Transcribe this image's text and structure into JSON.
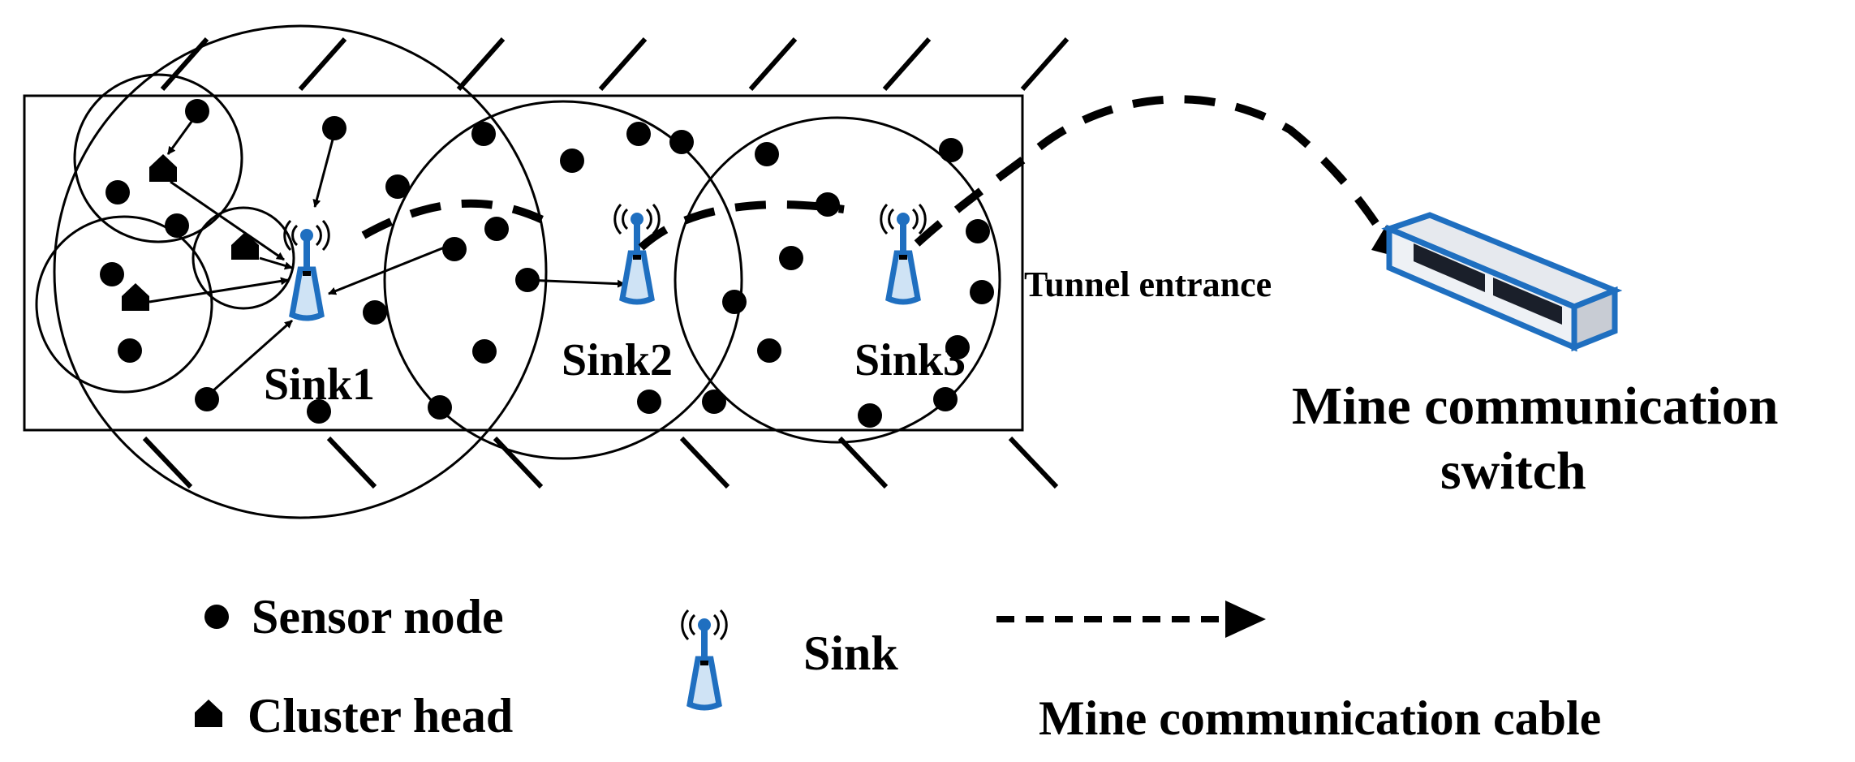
{
  "diagram": {
    "sinks": [
      {
        "label": "Sink1"
      },
      {
        "label": "Sink2"
      },
      {
        "label": "Sink3"
      }
    ],
    "tunnel_entrance_label": "Tunnel entrance",
    "switch_label_line1": "Mine communication",
    "switch_label_line2": "switch"
  },
  "legend": {
    "sensor_node": "Sensor node",
    "cluster_head": "Cluster head",
    "sink": "Sink",
    "cable": "Mine communication cable"
  },
  "colors": {
    "sink_blue": "#1f6fc0",
    "sink_fill": "#cfe3f5",
    "ink": "#000000"
  }
}
